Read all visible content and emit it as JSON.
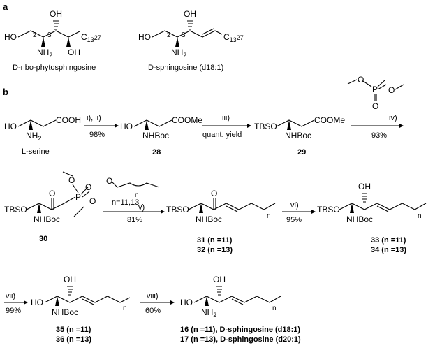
{
  "panels": {
    "a": "a",
    "b": "b"
  },
  "atoms": {
    "HO": "HO",
    "OH": "OH",
    "NH2": "NH",
    "sub2": "2",
    "C13H27": "C",
    "sub13": "13",
    "sub27": "27",
    "COOH": "COOH",
    "COOMe": "COOMe",
    "NHBoc": "NHBoc",
    "TBSO": "TBSO",
    "O": "O",
    "P": "P",
    "n": "n"
  },
  "locants": {
    "c2": "2",
    "c3": "3"
  },
  "names": {
    "phyto": "D-ribo-phytosphingosine",
    "sphingosine": "D-sphingosine (d18:1)",
    "serine": "L-serine"
  },
  "steps": [
    {
      "reagents": "i), ii)",
      "yield": "98%"
    },
    {
      "reagents": "iii)",
      "yield": "quant. yield"
    },
    {
      "reagents": "iv)",
      "yield": "93%"
    },
    {
      "reagents": "v)",
      "yield": "81%",
      "note": "n=11,13"
    },
    {
      "reagents": "vi)",
      "yield": "95%"
    },
    {
      "reagents": "vii)",
      "yield": "99%"
    },
    {
      "reagents": "viii)",
      "yield": "60%"
    }
  ],
  "compounds": {
    "c28": "28",
    "c29": "29",
    "c30": "30",
    "c31": "31 (n =11)",
    "c32": "32 (n =13)",
    "c33": "33 (n =11)",
    "c34": "34 (n =13)",
    "c35": "35 (n =11)",
    "c36": "36 (n =13)",
    "c16": "16 (n =11), D-sphingosine (d18:1)",
    "c17": "17 (n =13), D-sphingosine (d20:1)"
  }
}
